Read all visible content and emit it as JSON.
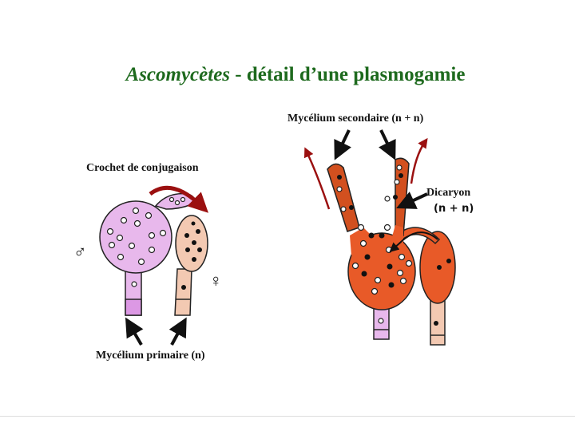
{
  "title": {
    "italic": "Ascomycètes",
    "rest": " - détail d’une plasmogamie"
  },
  "labels": {
    "crochet": "Crochet de conjugaison",
    "primaire": "Mycélium primaire (n)",
    "secondaire": "Mycélium secondaire (n + n)",
    "dicaryon": "Dicaryon",
    "dicaryon_n": "(n + n)",
    "male": "♂",
    "female": "♀"
  },
  "colors": {
    "title": "#1e6a1e",
    "male": "#e8b8ec",
    "female": "#f3c9b2",
    "dikaryon": "#e85a28",
    "arrow_red": "#9b1010"
  }
}
